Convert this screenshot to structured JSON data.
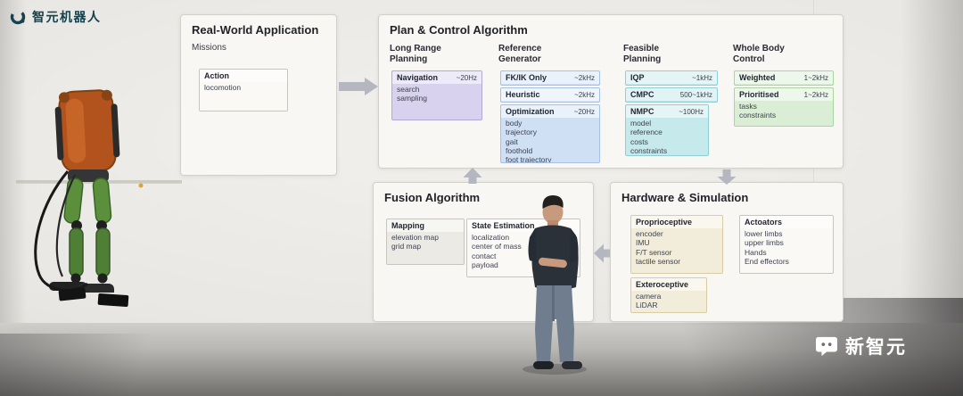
{
  "scene": {
    "brand_logo_text": "智元机器人",
    "watermark_text": "新智元"
  },
  "colors": {
    "purple_box": "#d8d2ee",
    "blue_box": "#cfdff4",
    "teal_box": "#c6e9ec",
    "green_box": "#d9eed5",
    "yellow_box": "#f2edda",
    "arrow": "#b4b7bf"
  },
  "diagram": {
    "real_world": {
      "title": "Real-World Application",
      "subtitle": "Missions",
      "action": {
        "label": "Action",
        "items": [
          "locomotion"
        ]
      }
    },
    "plan_control": {
      "title": "Plan & Control Algorithm",
      "long_range": {
        "header1": "Long Range",
        "header2": "Planning",
        "navigation": {
          "label": "Navigation",
          "rate": "~20Hz",
          "items": [
            "search",
            "sampling"
          ]
        }
      },
      "reference_generator": {
        "header1": "Reference",
        "header2": "Generator",
        "fkik": {
          "label": "FK/IK Only",
          "rate": "~2kHz"
        },
        "heuristic": {
          "label": "Heuristic",
          "rate": "~2kHz"
        },
        "optimization": {
          "label": "Optimization",
          "rate": "~20Hz",
          "items": [
            "body",
            "trajectory",
            "gait",
            "foothold",
            "foot trajectory"
          ]
        }
      },
      "feasible_planning": {
        "header1": "Feasible",
        "header2": "Planning",
        "iqp": {
          "label": "IQP",
          "rate": "~1kHz"
        },
        "cmpc": {
          "label": "CMPC",
          "rate": "500~1kHz"
        },
        "nmpc": {
          "label": "NMPC",
          "rate": "~100Hz",
          "items": [
            "model",
            "reference",
            "costs",
            "constraints"
          ]
        }
      },
      "whole_body": {
        "header1": "Whole Body",
        "header2": "Control",
        "weighted": {
          "label": "Weighted",
          "rate": "1~2kHz"
        },
        "prioritised": {
          "label": "Prioritised",
          "rate": "1~2kHz",
          "items": [
            "tasks",
            "constraints"
          ]
        }
      }
    },
    "fusion": {
      "title": "Fusion Algorithm",
      "mapping": {
        "label": "Mapping",
        "items": [
          "elevation map",
          "grid map"
        ]
      },
      "state_estimation": {
        "label": "State Estimation",
        "items": [
          "localization",
          "center of mass",
          "contact",
          "payload"
        ]
      }
    },
    "hardware": {
      "title": "Hardware & Simulation",
      "proprioceptive": {
        "label": "Proprioceptive",
        "items": [
          "encoder",
          "IMU",
          "F/T sensor",
          "tactile sensor"
        ]
      },
      "actuators": {
        "label": "Actoators",
        "items": [
          "lower limbs",
          "upper limbs",
          "Hands",
          "End effectors"
        ]
      },
      "exteroceptive": {
        "label": "Exteroceptive",
        "items": [
          "camera",
          "LiDAR"
        ]
      }
    }
  }
}
